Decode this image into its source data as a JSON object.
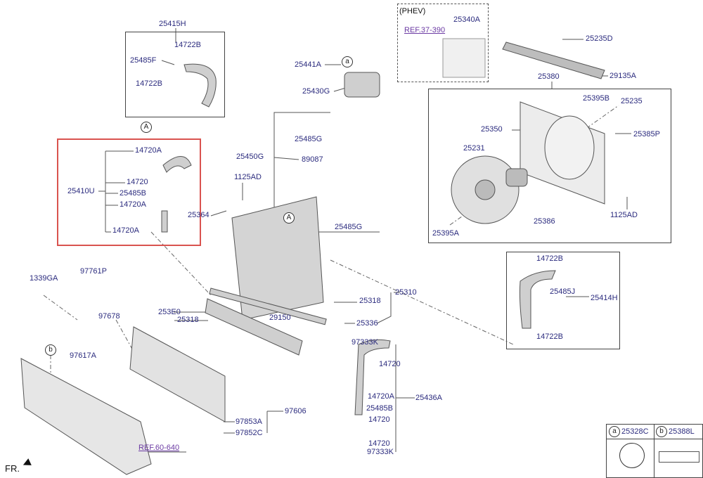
{
  "labels": {
    "l25415H": "25415H",
    "l14722B_1": "14722B",
    "l25485F": "25485F",
    "l14722B_2": "14722B",
    "l14720A_1": "14720A",
    "l14720_1": "14720",
    "l25410U": "25410U",
    "l25485B_1": "25485B",
    "l14720A_2": "14720A",
    "l14720A_3": "14720A",
    "l25441A": "25441A",
    "l25430G": "25430G",
    "l25485G_1": "25485G",
    "l25450G": "25450G",
    "l89087": "89087",
    "l1125AD_1": "1125AD",
    "l25364": "25364",
    "l25485G_2": "25485G",
    "phev": "(PHEV)",
    "l25340A": "25340A",
    "ref37": "REF.37-390",
    "l25235D": "25235D",
    "l29135A": "29135A",
    "l25380": "25380",
    "l25395B": "25395B",
    "l25235": "25235",
    "l25350": "25350",
    "l25385P": "25385P",
    "l25231": "25231",
    "l25386": "25386",
    "l1125AD_2": "1125AD",
    "l25395A": "25395A",
    "l1339GA": "1339GA",
    "l97761P": "97761P",
    "l97678": "97678",
    "l97617A": "97617A",
    "l253E0": "253E0",
    "l25318_1": "25318",
    "l29150": "29150",
    "l25318_2": "25318",
    "l25310": "25310",
    "l25336": "25336",
    "l14722B_3": "14722B",
    "l25485J": "25485J",
    "l25414H": "25414H",
    "l14722B_4": "14722B",
    "l97333K_1": "97333K",
    "l14720_2": "14720",
    "l14720A_4": "14720A",
    "l25436A": "25436A",
    "l25485B_2": "25485B",
    "l14720_3": "14720",
    "l14720_4": "14720",
    "l97333K_2": "97333K",
    "l97606": "97606",
    "l97853A": "97853A",
    "l97852C": "97852C",
    "ref60": "REF.60-640",
    "fr": "FR."
  },
  "callouts": {
    "A": "A",
    "a": "a",
    "b": "b"
  },
  "legend": {
    "a_key": "a",
    "a_part": "25328C",
    "b_key": "b",
    "b_part": "25388L"
  }
}
